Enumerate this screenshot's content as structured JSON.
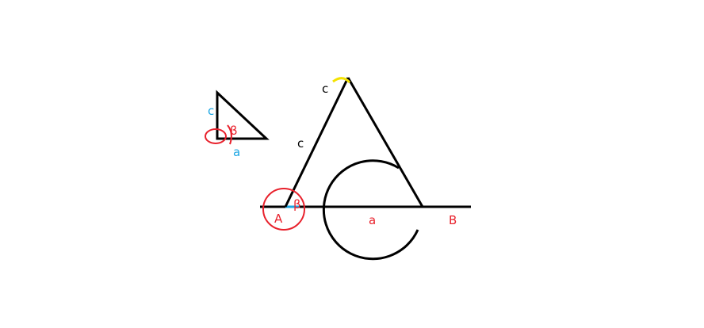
{
  "colors": {
    "line": "#000000",
    "red": "#e8212c",
    "blue": "#1ca6e3",
    "yellow": "#f4e200"
  },
  "small_triangle": {
    "side_c_label": "c",
    "angle_beta_label": "β",
    "side_a_label": "a"
  },
  "main_figure": {
    "apex_label": "c",
    "side_c_label": "c",
    "vertex_a_label": "A",
    "angle_beta_label": "β",
    "base_a_label": "a",
    "vertex_b_label": "B"
  }
}
